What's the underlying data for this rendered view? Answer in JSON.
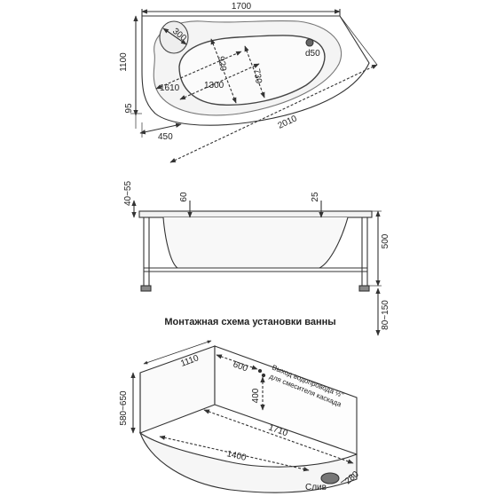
{
  "top_view": {
    "width": "1700",
    "height": "1100",
    "headrest": "300",
    "inner_width": "920",
    "inner_height": "730",
    "drain": "d50",
    "length_outer": "1610",
    "length_inner": "1300",
    "left_offset": "95",
    "bottom_offset": "450",
    "diagonal": "2010"
  },
  "side_view": {
    "rim_top": "40~55",
    "rim_left": "60",
    "rim_right": "25",
    "height": "500",
    "legs": "80~150"
  },
  "caption": "Монтажная схема установки ванны",
  "install_view": {
    "wall_left": "1110",
    "wall_inset": "600",
    "height_range": "580~650",
    "pipe_height": "400",
    "long_side": "1710",
    "short_side": "1400",
    "drain_size": "280",
    "drain_label": "Слив",
    "note_line1": "Выход водопровода ½\"",
    "note_line2": "для смесителя каскада"
  }
}
